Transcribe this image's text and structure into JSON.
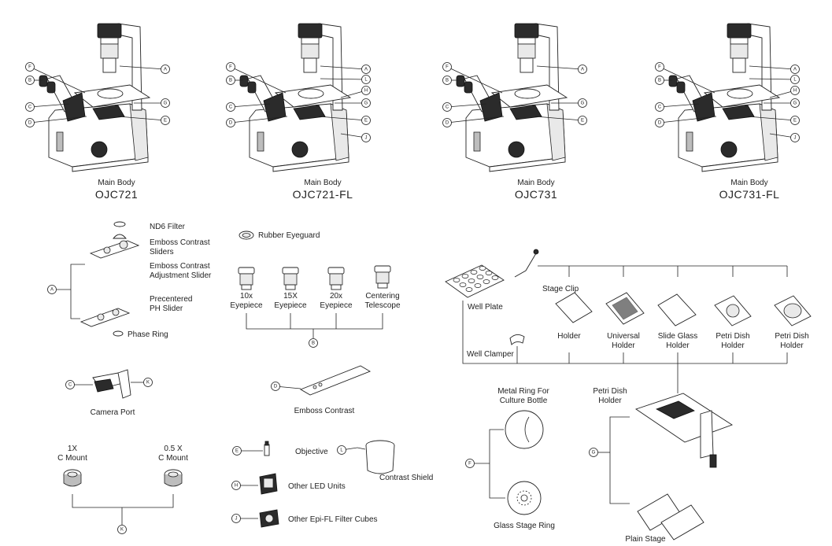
{
  "main_bodies": [
    {
      "caption": "Main Body",
      "model": "OJC721"
    },
    {
      "caption": "Main Body",
      "model": "OJC721-FL"
    },
    {
      "caption": "Main Body",
      "model": "OJC731"
    },
    {
      "caption": "Main Body",
      "model": "OJC731-FL"
    }
  ],
  "callout_letters": {
    "a": "A",
    "b": "B",
    "c": "C",
    "d": "D",
    "e": "E",
    "f": "F",
    "g": "G",
    "h": "H",
    "j": "J",
    "k": "K",
    "l": "L"
  },
  "accessories_a": {
    "nd6_filter": "ND6 Filter",
    "emboss_sliders_1": "Emboss Contrast",
    "emboss_sliders_2": "Sliders",
    "emboss_adjust_1": "Emboss Contrast",
    "emboss_adjust_2": "Adjustment Slider",
    "ph_slider_1": "Precentered",
    "ph_slider_2": "PH Slider",
    "phase_ring": "Phase Ring"
  },
  "accessories_b": {
    "rubber_eyeguard": "Rubber Eyeguard",
    "eyepiece_10_1": "10x",
    "eyepiece_10_2": "Eyepiece",
    "eyepiece_15_1": "15X",
    "eyepiece_15_2": "Eyepiece",
    "eyepiece_20_1": "20x",
    "eyepiece_20_2": "Eyepiece",
    "centering_1": "Centering",
    "centering_2": "Telescope"
  },
  "accessories_c": {
    "camera_port": "Camera Port"
  },
  "accessories_d": {
    "emboss_contrast": "Emboss Contrast"
  },
  "accessories_k": {
    "mount1_1": "1X",
    "mount1_2": "C Mount",
    "mount05_1": "0.5 X",
    "mount05_2": "C Mount"
  },
  "accessories_misc": {
    "objective": "Objective",
    "contrast_shield": "Contrast Shield",
    "led_units": "Other LED Units",
    "filter_cubes": "Other Epi-FL Filter Cubes"
  },
  "stage_accessories": {
    "well_plate": "Well Plate",
    "stage_clip": "Stage Clip",
    "well_clamper": "Well Clamper",
    "holder": "Holder",
    "universal_1": "Universal",
    "universal_2": "Holder",
    "slide_1": "Slide Glass",
    "slide_2": "Holder",
    "petri1_1": "Petri Dish",
    "petri1_2": "Holder",
    "petri2_1": "Petri Dish",
    "petri2_2": "Holder"
  },
  "stage_f": {
    "metal_ring_1": "Metal Ring For",
    "metal_ring_2": "Culture Bottle",
    "glass_ring": "Glass Stage Ring"
  },
  "stage_g": {
    "petri_1": "Petri Dish",
    "petri_2": "Holder",
    "plain_stage": "Plain Stage"
  }
}
